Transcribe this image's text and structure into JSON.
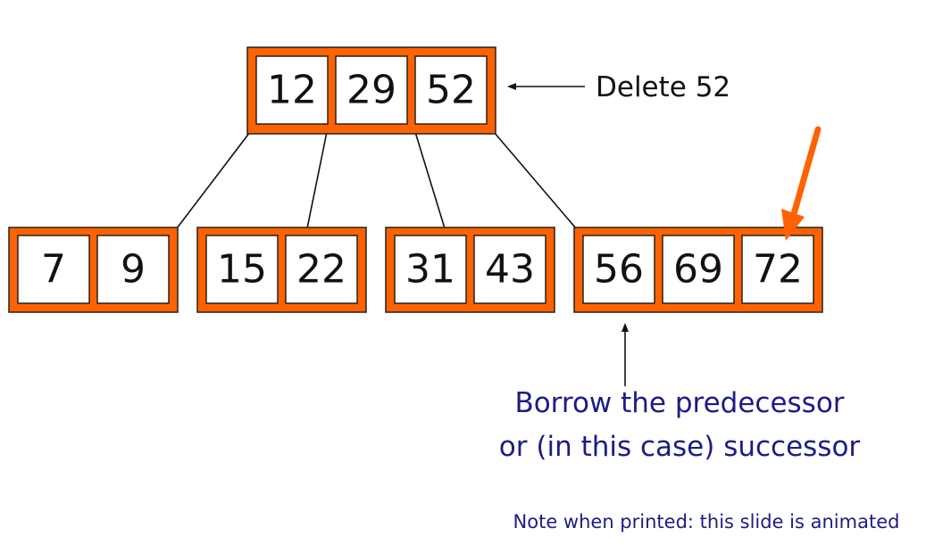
{
  "root_node": {
    "keys": [
      "12",
      "29",
      "52"
    ]
  },
  "leaf_nodes": [
    {
      "keys": [
        "7",
        "9"
      ]
    },
    {
      "keys": [
        "15",
        "22"
      ]
    },
    {
      "keys": [
        "31",
        "43"
      ]
    },
    {
      "keys": [
        "56",
        "69",
        "72"
      ]
    }
  ],
  "delete_label": "Delete 52",
  "explanation": {
    "line1": "Borrow the predecessor",
    "line2": "or (in this case) successor"
  },
  "footnote": "Note when printed: this slide is animated",
  "colors": {
    "node_frame": "#ff6200",
    "highlight_arrow": "#ff6200",
    "explanation_text": "#1c1c86"
  }
}
